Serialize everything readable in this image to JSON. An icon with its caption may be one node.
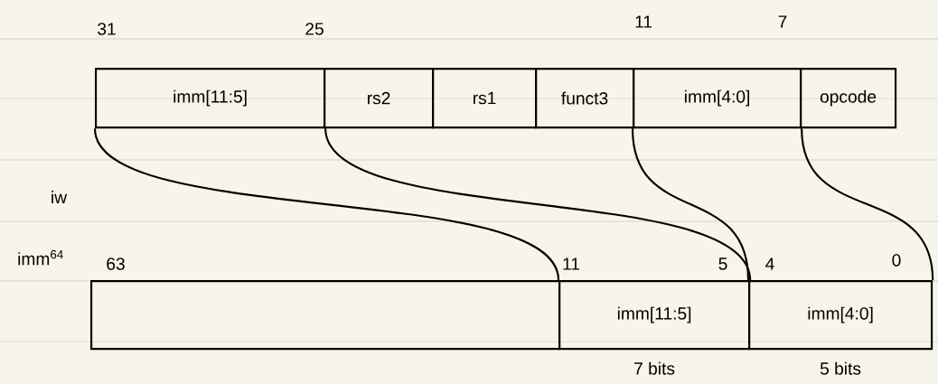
{
  "diagram": {
    "nodes": [
      {
        "text": [
          "imm[11:5]"
        ]
      },
      {
        "text": [
          "rs2"
        ]
      },
      {
        "text": [
          "rs1"
        ]
      },
      {
        "text": [
          "funct3"
        ]
      },
      {
        "text": [
          "imm[4:0]"
        ]
      },
      {
        "text": [
          "opcode"
        ]
      },
      {
        "text": [],
        "shape": "box"
      },
      {
        "text": [
          "imm[11:5]"
        ],
        "beside": [
          "7 bits"
        ]
      },
      {
        "text": [
          "imm[4:0]"
        ],
        "beside": [
          "5 bits"
        ]
      }
    ],
    "edges": [
      {
        "from": 0,
        "to": 7,
        "arrow": "none"
      },
      {
        "from": 0,
        "to": 7,
        "arrow": "none"
      },
      {
        "from": 4,
        "to": 8,
        "arrow": "none"
      },
      {
        "from": 4,
        "to": 8,
        "arrow": "none"
      }
    ],
    "labels": [
      "31",
      "25",
      "11",
      "7",
      "iw",
      "imm$^{64}$",
      "63",
      "11",
      "5",
      "4",
      "0"
    ]
  }
}
